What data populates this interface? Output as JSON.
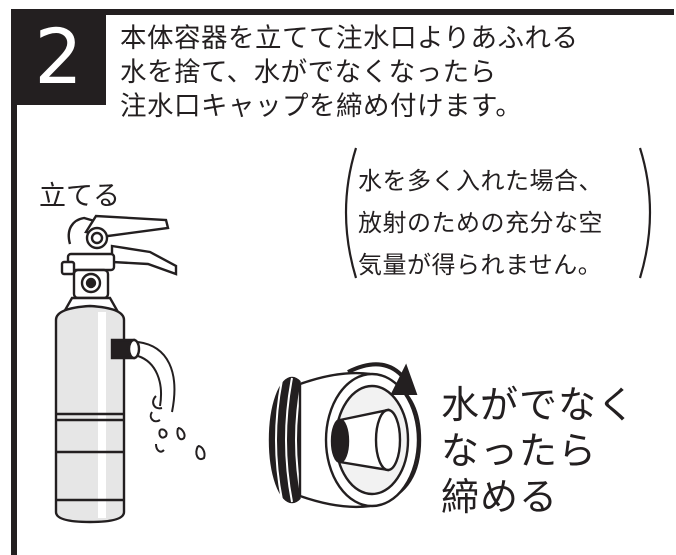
{
  "step": {
    "number": "2"
  },
  "instruction": {
    "lines": [
      "本体容器を立てて注水口よりあふれる",
      "水を捨て、水がでなくなったら",
      "注水口キャップを締め付けます。"
    ]
  },
  "stand_label": "立てる",
  "note": {
    "lines": [
      "水を多く入れた場合、",
      "放射のための充分な空",
      "気量が得られません。"
    ]
  },
  "result": {
    "lines": [
      "水がでなく",
      "なったら",
      "締める"
    ]
  },
  "colors": {
    "ink": "#231f20",
    "background": "#ffffff"
  },
  "icons": [
    "fire-extinguisher-icon",
    "water-drops-icon",
    "cap-icon",
    "rotate-arrow-icon"
  ]
}
